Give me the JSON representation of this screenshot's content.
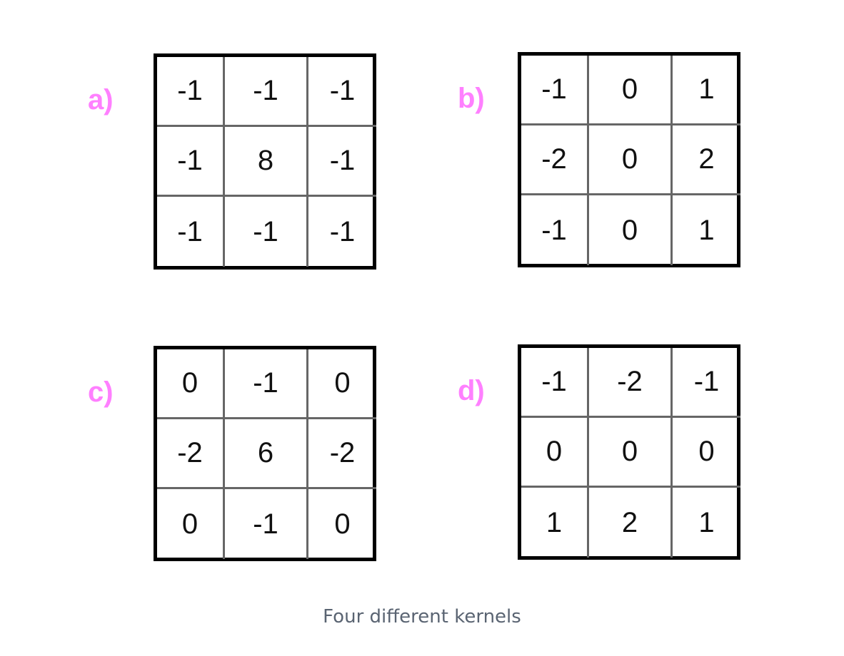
{
  "label_color": "#ff80ff",
  "kernels": [
    {
      "label": "a)",
      "rows": [
        [
          "-1",
          "-1",
          "-1"
        ],
        [
          "-1",
          "8",
          "-1"
        ],
        [
          "-1",
          "-1",
          "-1"
        ]
      ]
    },
    {
      "label": "b)",
      "rows": [
        [
          "-1",
          "0",
          "1"
        ],
        [
          "-2",
          "0",
          "2"
        ],
        [
          "-1",
          "0",
          "1"
        ]
      ]
    },
    {
      "label": "c)",
      "rows": [
        [
          "0",
          "-1",
          "0"
        ],
        [
          "-2",
          "6",
          "-2"
        ],
        [
          "0",
          "-1",
          "0"
        ]
      ]
    },
    {
      "label": "d)",
      "rows": [
        [
          "-1",
          "-2",
          "-1"
        ],
        [
          "0",
          "0",
          "0"
        ],
        [
          "1",
          "2",
          "1"
        ]
      ]
    }
  ],
  "caption": "Four different kernels"
}
